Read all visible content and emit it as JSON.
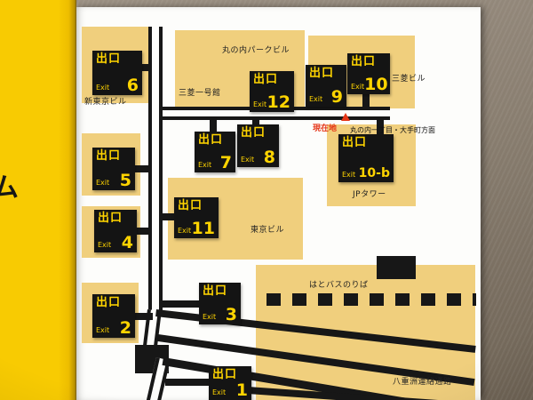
{
  "side_panel": {
    "text": "ム"
  },
  "map": {
    "exits": [
      {
        "jp": "出口",
        "en": "Exit",
        "num": "6"
      },
      {
        "jp": "出口",
        "en": "Exit",
        "num": "12"
      },
      {
        "jp": "出口",
        "en": "Exit",
        "num": "9"
      },
      {
        "jp": "出口",
        "en": "Exit",
        "num": "10"
      },
      {
        "jp": "出口",
        "en": "Exit",
        "num": "5"
      },
      {
        "jp": "出口",
        "en": "Exit",
        "num": "7"
      },
      {
        "jp": "出口",
        "en": "Exit",
        "num": "8"
      },
      {
        "jp": "出口",
        "en": "Exit",
        "num": "10-b"
      },
      {
        "jp": "出口",
        "en": "Exit",
        "num": "4"
      },
      {
        "jp": "出口",
        "en": "Exit",
        "num": "11"
      },
      {
        "jp": "出口",
        "en": "Exit",
        "num": "2"
      },
      {
        "jp": "出口",
        "en": "Exit",
        "num": "3"
      },
      {
        "jp": "出口",
        "en": "Exit",
        "num": "1"
      }
    ],
    "labels": {
      "marunouchi_park_bldg": "丸の内パークビル",
      "mitsubishi_ichigokan": "三菱一号館",
      "shin_tokyo_bldg": "新東京ビル",
      "mitsubishi_bldg": "三菱ビル",
      "jp_tower": "JPタワー",
      "tokyo_bldg": "東京ビル",
      "hato_bus_stop": "はとバスのりば",
      "yaesu_passage": "八重洲連絡通路",
      "current_location": "現在地",
      "direction": "丸の内一丁目・大手町方面"
    },
    "colors": {
      "building": "#f0cf7d",
      "corridor": "#171717",
      "exit_box": "#141414",
      "exit_text": "#ffd400",
      "current_red": "#e53517",
      "side_yellow": "#f5c600",
      "wall": "#8a7f71"
    }
  }
}
